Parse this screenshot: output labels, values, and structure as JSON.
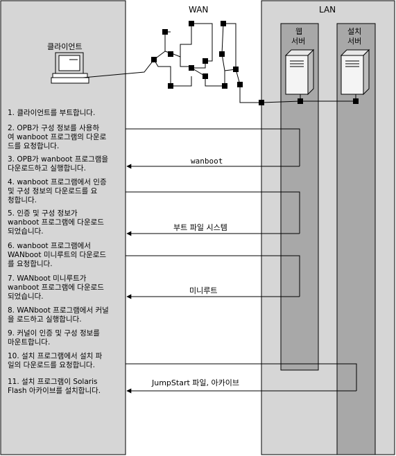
{
  "diagram": {
    "wan_label": "WAN",
    "lan_label": "LAN",
    "client_label": "클라이언트",
    "web_server_label": [
      "웹",
      "서버"
    ],
    "install_server_label": [
      "설치",
      "서버"
    ],
    "steps": [
      [
        "1. 클라이언트를 부트합니다."
      ],
      [
        "2. OPB가 구성 정보를 사용하",
        "여 wanboot 프로그램의 다운로",
        "드를 요청합니다."
      ],
      [
        "3. OPB가 wanboot 프로그램을",
        "다운로드하고 실행합니다."
      ],
      [
        "4. wanboot 프로그램에서 인증",
        "및 구성 정보의 다운로드를 요",
        "청합니다."
      ],
      [
        "5. 인증 및 구성 정보가",
        "wanboot 프로그램에 다운로드",
        "되었습니다."
      ],
      [
        "6. wanboot 프로그램에서",
        "WANboot 미니루트의 다운로드",
        "를 요청합니다."
      ],
      [
        "7. WANboot 미니루트가",
        "wanboot 프로그램에 다운로드",
        "되었습니다."
      ],
      [
        "8. WANboot 프로그램에서 커널",
        "을 로드하고 실행합니다."
      ],
      [
        "9. 커널이 인증 및 구성 정보를",
        "마운트합니다."
      ],
      [
        "10. 설치 프로그램에서 설치 파",
        "일의 다운로드를 요청합니다."
      ],
      [
        "11. 설치 프로그램이 Solaris",
        "Flash 아카이브를 설치합니다."
      ]
    ],
    "transfer_labels": {
      "wanboot": "wanboot",
      "boot_fs": "부트 파일 시스템",
      "miniroot": "미니루트",
      "jumpstart": "JumpStart 파일, 아카이브"
    }
  }
}
